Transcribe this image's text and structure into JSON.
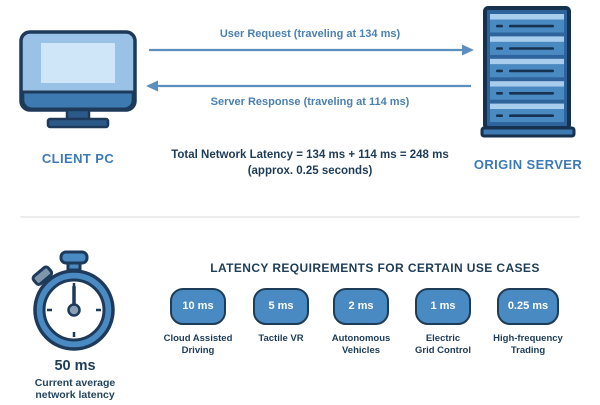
{
  "colors": {
    "navy_text": "#1d3c57",
    "blue_fill": "#4a8ac2",
    "blue_light": "#a9cdec",
    "blue_label": "#3c7ab8",
    "arrow_blue": "#5d8fbe",
    "badge_text": "#ffffff",
    "divider": "#ececec"
  },
  "icons": {
    "client": "monitor-icon",
    "server": "server-rack-icon",
    "timer": "stopwatch-icon",
    "request": "arrow-right-icon",
    "response": "arrow-left-icon"
  },
  "exchange": {
    "client_label": "CLIENT PC",
    "server_label": "ORIGIN SERVER",
    "request_label": "User Request (traveling at 134 ms)",
    "response_label": "Server Response (traveling at 114 ms)",
    "total_line1": "Total Network Latency = 134 ms + 114 ms = 248 ms",
    "total_line2": "(approx. 0.25 seconds)"
  },
  "current_latency": {
    "value": "50 ms",
    "caption_line1": "Current average",
    "caption_line2": "network latency"
  },
  "use_cases_section": {
    "heading": "LATENCY REQUIREMENTS FOR CERTAIN USE CASES",
    "items": [
      {
        "value": "10 ms",
        "label": "Cloud Assisted Driving",
        "lines": [
          "Cloud Assisted",
          "Driving"
        ]
      },
      {
        "value": "5 ms",
        "label": "Tactile VR",
        "lines": [
          "Tactile VR"
        ]
      },
      {
        "value": "2 ms",
        "label": "Autonomous Vehicles",
        "lines": [
          "Autonomous",
          "Vehicles"
        ]
      },
      {
        "value": "1 ms",
        "label": "Electric Grid Control",
        "lines": [
          "Electric",
          "Grid Control"
        ]
      },
      {
        "value": "0.25 ms",
        "label": "High-frequency Trading",
        "lines": [
          "High-frequency",
          "Trading"
        ]
      }
    ]
  }
}
